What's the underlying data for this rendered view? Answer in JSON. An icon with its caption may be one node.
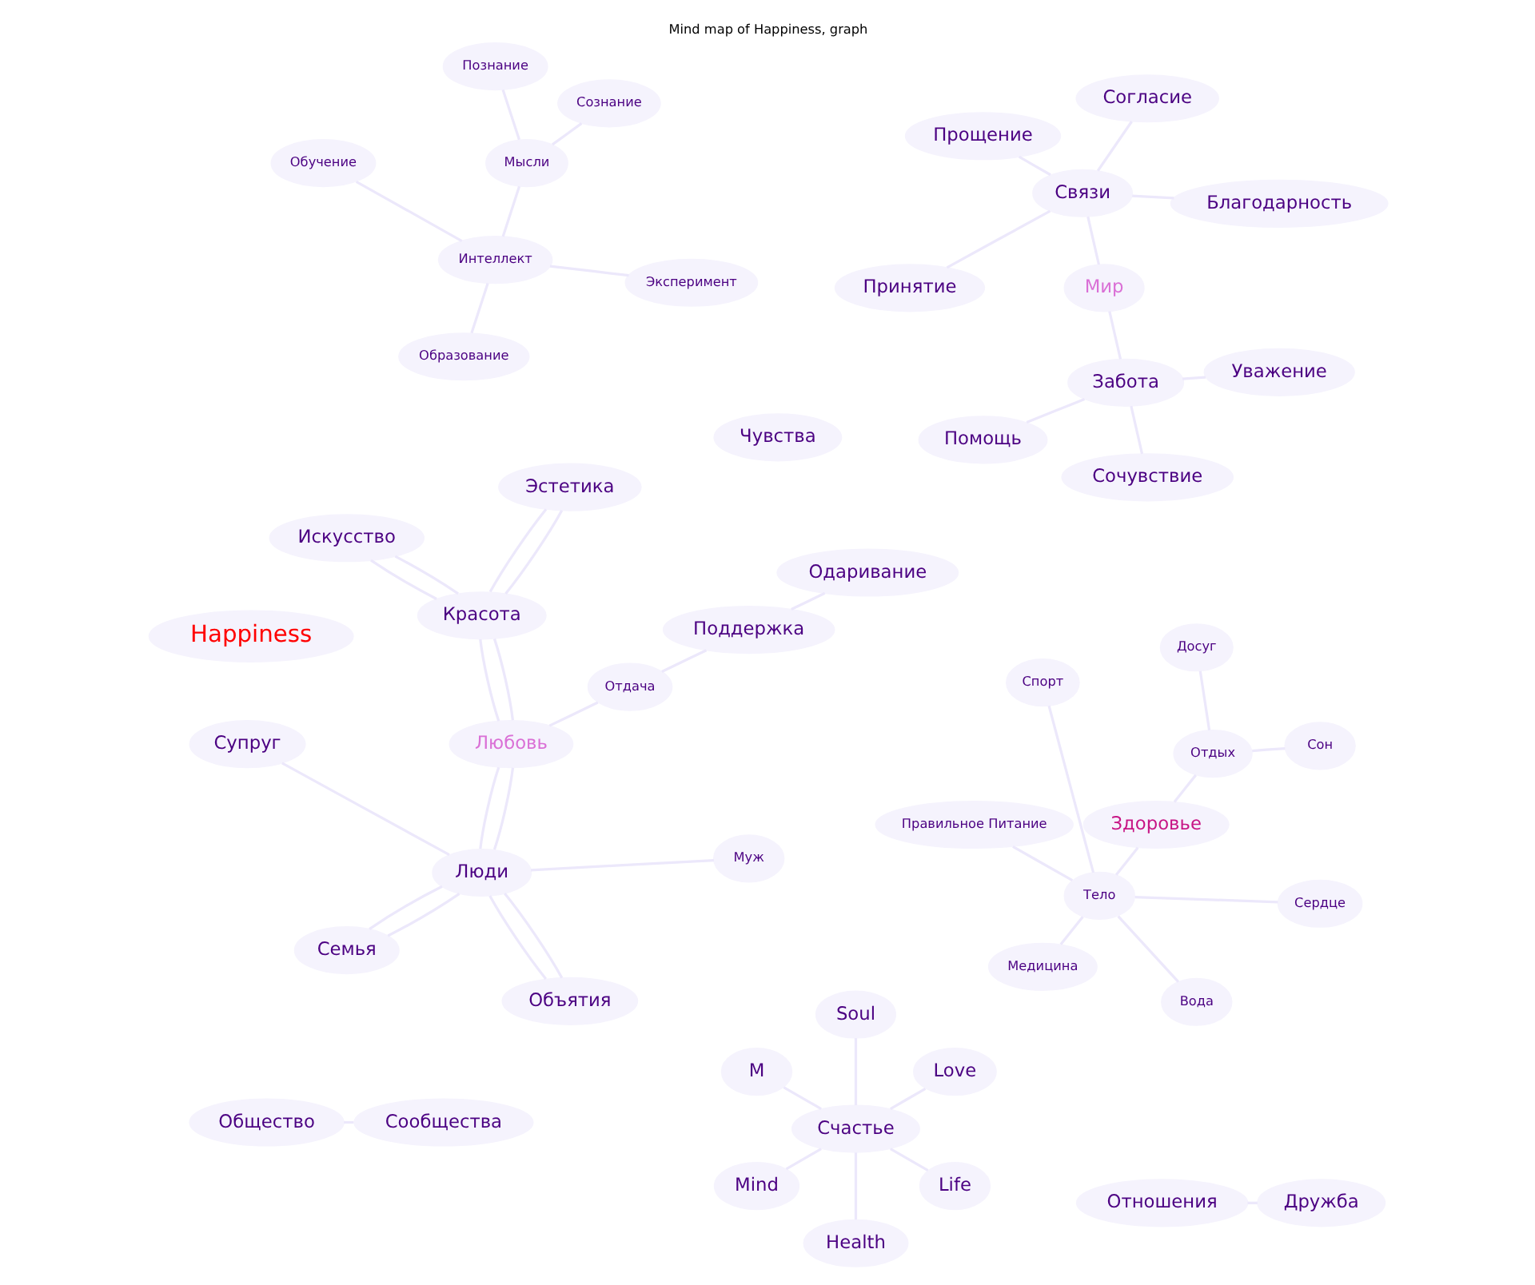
{
  "diagram": {
    "title": "Mind map of Happiness, graph",
    "nodes": [
      {
        "text": [
          "Сознание"
        ]
      },
      {
        "text": [
          "Познание"
        ]
      },
      {
        "text": [
          "Обучение"
        ]
      },
      {
        "text": [
          "Мысли"
        ]
      },
      {
        "text": [
          "Интеллект"
        ]
      },
      {
        "text": [
          "Образование"
        ]
      },
      {
        "text": [
          "Эксперимент"
        ]
      },
      {
        "text": [
          "Благодарность"
        ]
      },
      {
        "text": [
          "Согласие"
        ]
      },
      {
        "text": [
          "Прощение"
        ]
      },
      {
        "text": [
          "Связи"
        ]
      },
      {
        "text": [
          "Дружба"
        ]
      },
      {
        "text": [
          "Принятие"
        ]
      },
      {
        "text": [
          "Мир"
        ]
      },
      {
        "text": [
          "Отношения"
        ]
      },
      {
        "text": [
          "Сообщества"
        ]
      },
      {
        "text": [
          "Забота"
        ]
      },
      {
        "text": [
          "Помощь"
        ]
      },
      {
        "text": [
          "Общество"
        ]
      },
      {
        "text": [
          "Сочувствие"
        ]
      },
      {
        "text": [
          "Уважение"
        ]
      },
      {
        "text": [
          "Love"
        ]
      },
      {
        "text": [
          "Soul"
        ]
      },
      {
        "text": [
          "M"
        ]
      },
      {
        "text": [
          "Счастье"
        ]
      },
      {
        "text": [
          "Mind"
        ]
      },
      {
        "text": [
          "Health"
        ]
      },
      {
        "text": [
          "Life"
        ]
      },
      {
        "text": [
          "Супруг"
        ]
      },
      {
        "text": [
          "Семья"
        ]
      },
      {
        "text": [
          "Happiness"
        ]
      },
      {
        "text": [
          "Люди"
        ]
      },
      {
        "text": [
          "Объятия"
        ]
      },
      {
        "text": [
          "Поддержка"
        ]
      },
      {
        "text": [
          "Одаривание"
        ]
      },
      {
        "text": [
          "Любовь"
        ]
      },
      {
        "text": [
          "Чувства"
        ]
      },
      {
        "text": [
          "Отдача"
        ]
      },
      {
        "text": [
          "Спорт"
        ]
      },
      {
        "text": [
          "Правильное Питание"
        ]
      },
      {
        "text": [
          "Тело"
        ]
      },
      {
        "text": [
          "Медицина"
        ]
      },
      {
        "text": [
          "Вода"
        ]
      },
      {
        "text": [
          "Здоровье"
        ]
      },
      {
        "text": [
          "Муж"
        ]
      },
      {
        "text": [
          "Отдых"
        ]
      },
      {
        "text": [
          "Сон"
        ]
      },
      {
        "text": [
          "Красота"
        ]
      },
      {
        "text": [
          "Сердце"
        ]
      },
      {
        "text": [
          "Эстетика"
        ]
      },
      {
        "text": [
          "Искусство"
        ]
      },
      {
        "text": [
          "Досуг"
        ]
      }
    ],
    "edges": [
      {
        "from": 3,
        "to": 0,
        "arrow": "none"
      },
      {
        "from": 3,
        "to": 1,
        "arrow": "none"
      },
      {
        "from": 4,
        "to": 2,
        "arrow": "none"
      },
      {
        "from": 4,
        "to": 3,
        "arrow": "none"
      },
      {
        "from": 4,
        "to": 5,
        "arrow": "none"
      },
      {
        "from": 4,
        "to": 6,
        "arrow": "none"
      },
      {
        "from": 10,
        "to": 7,
        "arrow": "none"
      },
      {
        "from": 10,
        "to": 8,
        "arrow": "none"
      },
      {
        "from": 10,
        "to": 9,
        "arrow": "none"
      },
      {
        "from": 10,
        "to": 12,
        "arrow": "none"
      },
      {
        "from": 13,
        "to": 10,
        "arrow": "none"
      },
      {
        "from": 11,
        "to": 14,
        "arrow": "none"
      },
      {
        "from": 13,
        "to": 16,
        "arrow": "none"
      },
      {
        "from": 15,
        "to": 18,
        "arrow": "none"
      },
      {
        "from": 16,
        "to": 17,
        "arrow": "none"
      },
      {
        "from": 16,
        "to": 19,
        "arrow": "none"
      },
      {
        "from": 16,
        "to": 20,
        "arrow": "none"
      },
      {
        "from": 24,
        "to": 21,
        "arrow": "none"
      },
      {
        "from": 24,
        "to": 22,
        "arrow": "none"
      },
      {
        "from": 24,
        "to": 23,
        "arrow": "none"
      },
      {
        "from": 24,
        "to": 25,
        "arrow": "none"
      },
      {
        "from": 24,
        "to": 26,
        "arrow": "none"
      },
      {
        "from": 24,
        "to": 27,
        "arrow": "none"
      },
      {
        "from": 31,
        "to": 28,
        "arrow": "none"
      },
      {
        "from": 31,
        "to": 29,
        "arrow": "none"
      },
      {
        "from": 31,
        "to": 29,
        "arrow": "none"
      },
      {
        "from": 31,
        "to": 32,
        "arrow": "none"
      },
      {
        "from": 31,
        "to": 32,
        "arrow": "none"
      },
      {
        "from": 31,
        "to": 44,
        "arrow": "none"
      },
      {
        "from": 31,
        "to": 35,
        "arrow": "none"
      },
      {
        "from": 31,
        "to": 35,
        "arrow": "none"
      },
      {
        "from": 34,
        "to": 33,
        "arrow": "none"
      },
      {
        "from": 33,
        "to": 37,
        "arrow": "none"
      },
      {
        "from": 35,
        "to": 37,
        "arrow": "none"
      },
      {
        "from": 35,
        "to": 47,
        "arrow": "none"
      },
      {
        "from": 35,
        "to": 47,
        "arrow": "none"
      },
      {
        "from": 47,
        "to": 49,
        "arrow": "none"
      },
      {
        "from": 47,
        "to": 49,
        "arrow": "none"
      },
      {
        "from": 47,
        "to": 50,
        "arrow": "none"
      },
      {
        "from": 47,
        "to": 50,
        "arrow": "none"
      },
      {
        "from": 40,
        "to": 39,
        "arrow": "none"
      },
      {
        "from": 40,
        "to": 38,
        "arrow": "none"
      },
      {
        "from": 40,
        "to": 41,
        "arrow": "none"
      },
      {
        "from": 40,
        "to": 42,
        "arrow": "none"
      },
      {
        "from": 40,
        "to": 43,
        "arrow": "none"
      },
      {
        "from": 40,
        "to": 48,
        "arrow": "none"
      },
      {
        "from": 43,
        "to": 45,
        "arrow": "none"
      },
      {
        "from": 45,
        "to": 46,
        "arrow": "none"
      },
      {
        "from": 45,
        "to": 51,
        "arrow": "none"
      }
    ]
  }
}
